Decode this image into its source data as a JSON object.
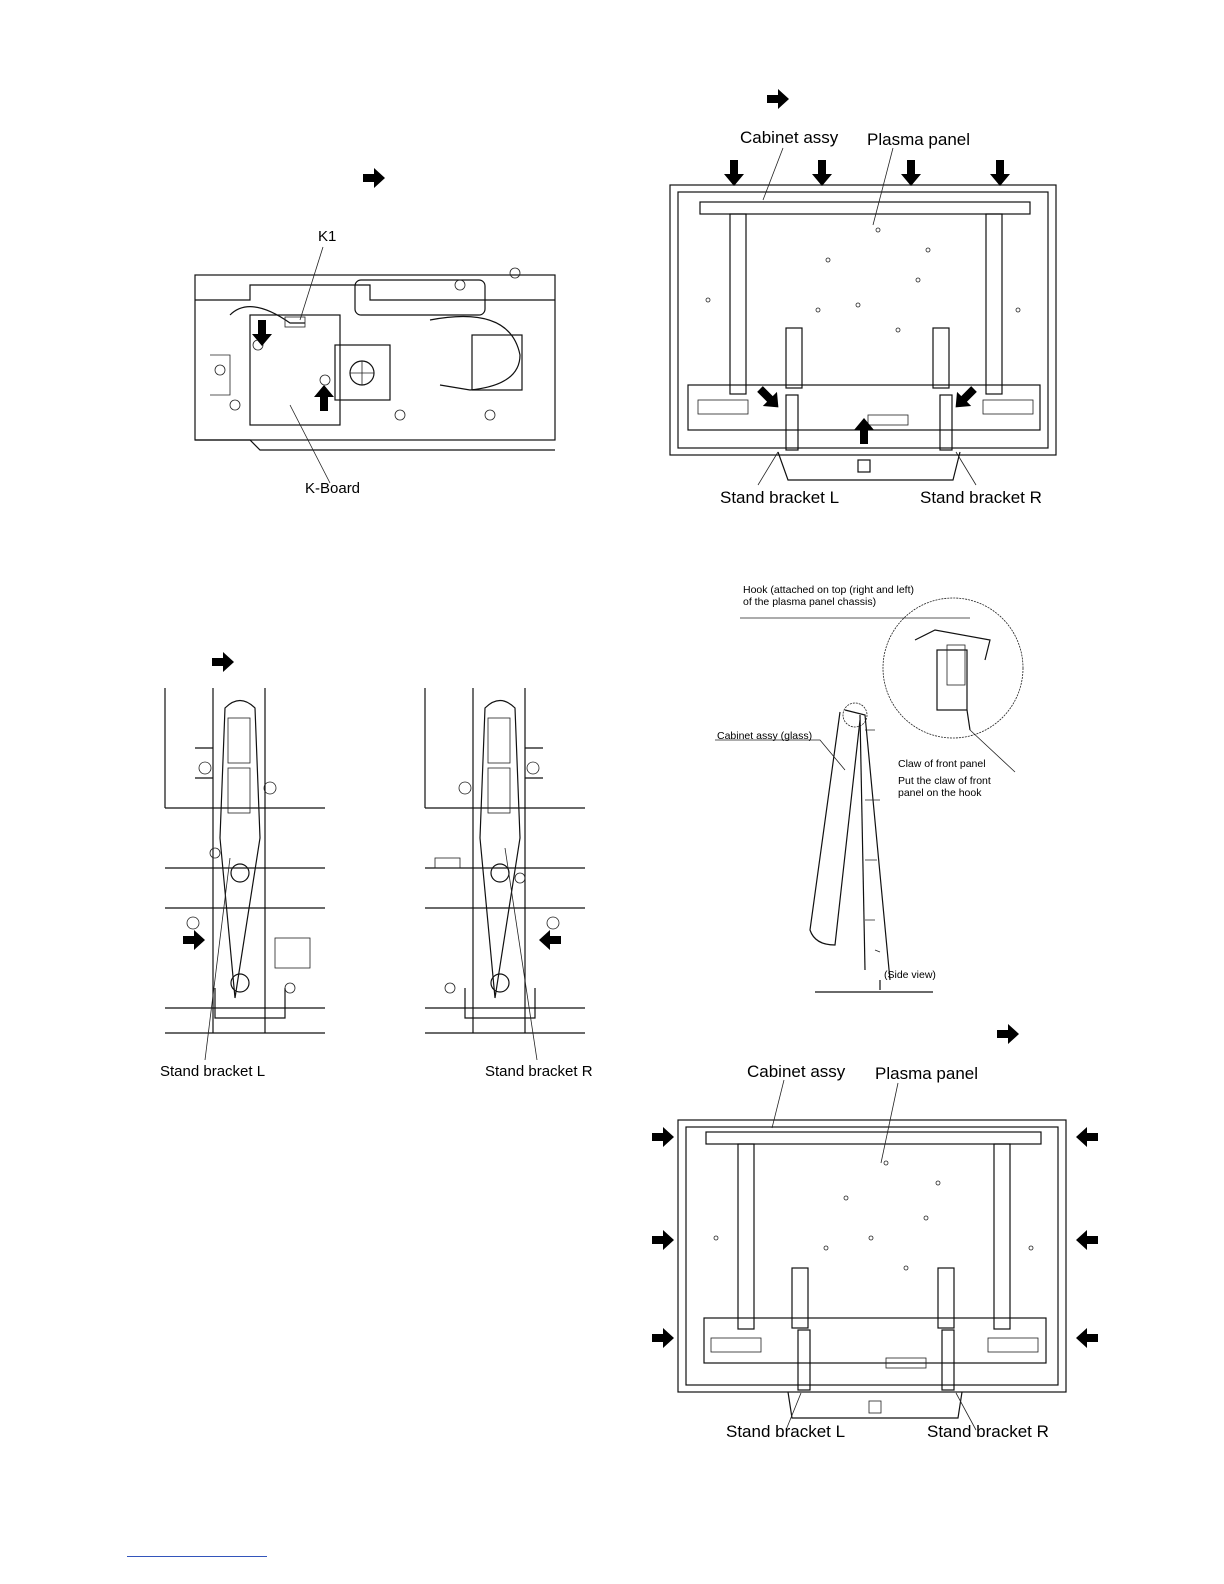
{
  "figure_k_board": {
    "k1_label": "K1",
    "k_board_label": "K-Board"
  },
  "figure_top_right": {
    "cabinet_label": "Cabinet assy",
    "panel_label": "Plasma panel",
    "bracket_l_label": "Stand bracket L",
    "bracket_r_label": "Stand bracket R"
  },
  "figure_brackets": {
    "bracket_l_label": "Stand bracket L",
    "bracket_r_label": "Stand bracket R"
  },
  "figure_side": {
    "hook_label_line1": "Hook (attached on top (right and left)",
    "hook_label_line2": "of the plasma panel chassis)",
    "cabinet_glass_label": "Cabinet assy (glass)",
    "claw_label": "Claw of front panel",
    "put_claw_line1": "Put the claw of front",
    "put_claw_line2": "panel on the hook",
    "side_view_label": "(Side view)"
  },
  "figure_bottom_right": {
    "cabinet_label": "Cabinet assy",
    "panel_label": "Plasma panel",
    "bracket_l_label": "Stand bracket L",
    "bracket_r_label": "Stand bracket R"
  },
  "icons": {
    "step_arrow": "right-arrow-icon",
    "callout_arrow": "arrow-icon"
  }
}
